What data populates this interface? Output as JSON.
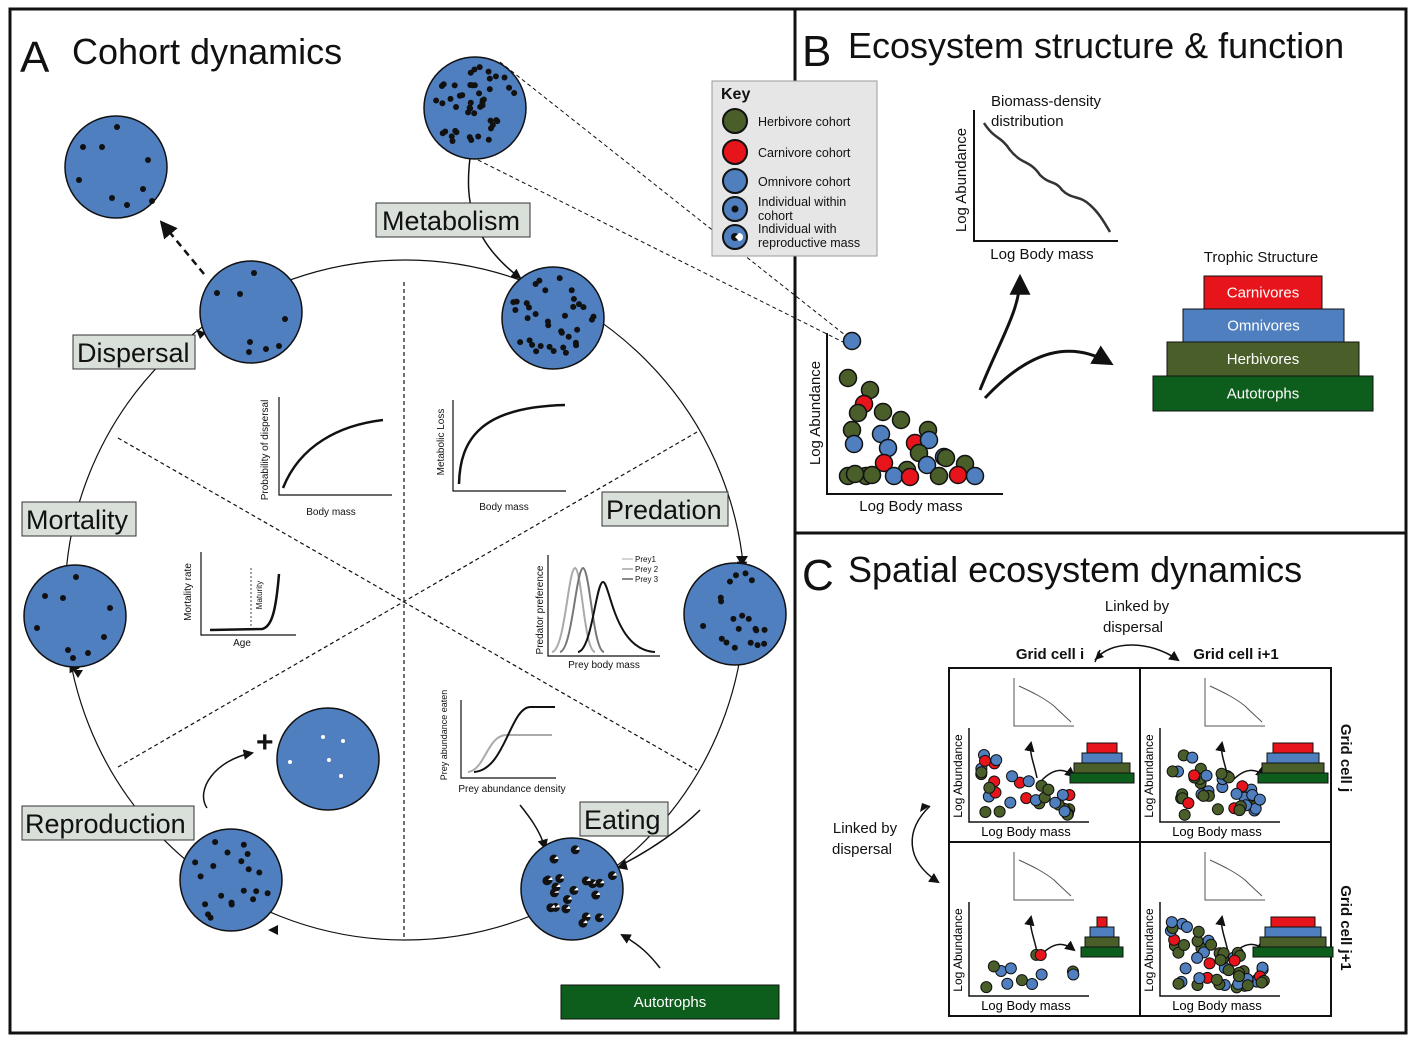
{
  "panelA": {
    "letter": "A",
    "title": "Cohort dynamics",
    "processes": {
      "metabolism": "Metabolism",
      "dispersal": "Dispersal",
      "mortality": "Mortality",
      "predation": "Predation",
      "eating": "Eating",
      "reproduction": "Reproduction"
    },
    "plus_sign": "+",
    "autotrophs": "Autotrophs",
    "graphs": {
      "dispersal": {
        "xlabel": "Body mass",
        "ylabel": "Probability of dispersal"
      },
      "metabolism": {
        "xlabel": "Body mass",
        "ylabel": "Metabolic Loss"
      },
      "mortality": {
        "xlabel": "Age",
        "ylabel": "Mortality rate",
        "marker": "Maturity"
      },
      "predation": {
        "xlabel": "Prey body mass",
        "ylabel": "Predator preference",
        "legend": [
          "Prey1",
          "Prey 2",
          "Prey 3"
        ]
      },
      "eating": {
        "xlabel": "Prey abundance density",
        "ylabel": "Prey abundance eaten"
      }
    }
  },
  "key": {
    "title": "Key",
    "items": [
      {
        "label": "Herbivore cohort",
        "color": "#4a5e2a"
      },
      {
        "label": "Carnivore cohort",
        "color": "#e8141c"
      },
      {
        "label": "Omnivore cohort",
        "color": "#4f7fbf"
      },
      {
        "label": "Individual within cohort",
        "color": "#4f7fbf"
      },
      {
        "label": "Individual with reproductive mass",
        "color": "#4f7fbf"
      }
    ]
  },
  "panelB": {
    "letter": "B",
    "title": "Ecosystem structure & function",
    "biomass_title_line1": "Biomass-density",
    "biomass_title_line2": "distribution",
    "log_abundance": "Log Abundance",
    "log_body_mass": "Log Body mass",
    "trophic_title": "Trophic Structure",
    "trophic_levels": [
      {
        "label": "Carnivores",
        "color": "#e8141c"
      },
      {
        "label": "Omnivores",
        "color": "#4f7fbf"
      },
      {
        "label": "Herbivores",
        "color": "#4a5e2a"
      },
      {
        "label": "Autotrophs",
        "color": "#0d5e1c"
      }
    ]
  },
  "panelC": {
    "letter": "C",
    "title": "Spatial ecosystem dynamics",
    "linked_by": "Linked by",
    "dispersal": "dispersal",
    "grid_cell_i": "Grid cell i",
    "grid_cell_i1": "Grid cell i+1",
    "grid_cell_j": "Grid cell j",
    "grid_cell_j1": "Grid cell j+1",
    "log_abundance": "Log Abundance",
    "log_body_mass": "Log Body mass"
  },
  "colors": {
    "cohort_blue": "#4f7fbf",
    "process_box": "#d9dfd9",
    "autotroph_green": "#0d5e1c"
  }
}
